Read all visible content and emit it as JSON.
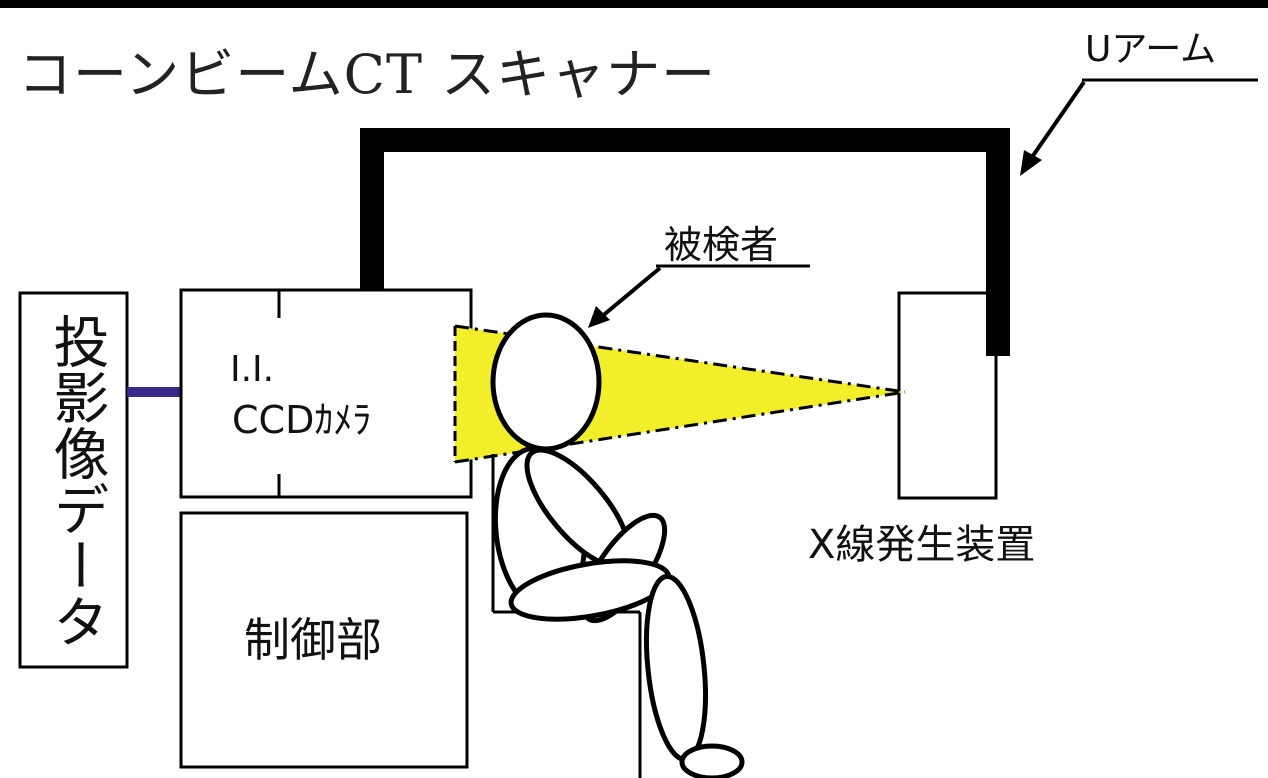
{
  "title": "コーンビームCT スキャナー",
  "labels": {
    "u_arm": "Uアーム",
    "subject": "被検者",
    "ii": "I.I.",
    "ccd_camera": "CCDｶﾒﾗ",
    "xray_generator": "X線発生装置",
    "control_unit": "制御部",
    "projection_data": "投影像データ"
  },
  "colors": {
    "xray_beam": "#f2ee2a",
    "connector": "#3a2a8c",
    "outline": "#000000"
  }
}
